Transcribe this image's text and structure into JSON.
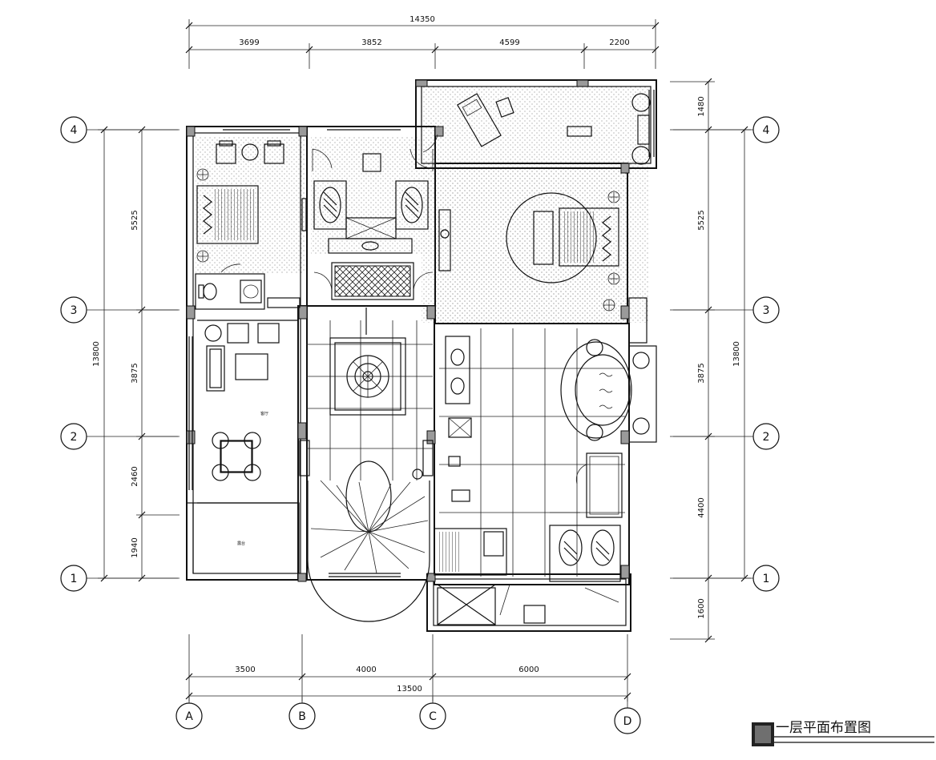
{
  "title": "一层平面布置图",
  "dimensions": {
    "top_total": "14350",
    "top_segments": [
      "3699",
      "3852",
      "4599",
      "2200"
    ],
    "bottom_total": "13500",
    "bottom_segments": [
      "3500",
      "4000",
      "6000"
    ],
    "left_total": "13800",
    "left_segments": [
      "5525",
      "3875",
      "2460",
      "1940"
    ],
    "right_total": "13800",
    "right_segments": [
      "1480",
      "5525",
      "3875",
      "4400",
      "1600"
    ]
  },
  "axes": {
    "rows": [
      "4",
      "3",
      "2",
      "1"
    ],
    "cols": [
      "A",
      "B",
      "C",
      "D"
    ]
  },
  "room_labels": {
    "living": "客厅",
    "balcony": "露台"
  }
}
